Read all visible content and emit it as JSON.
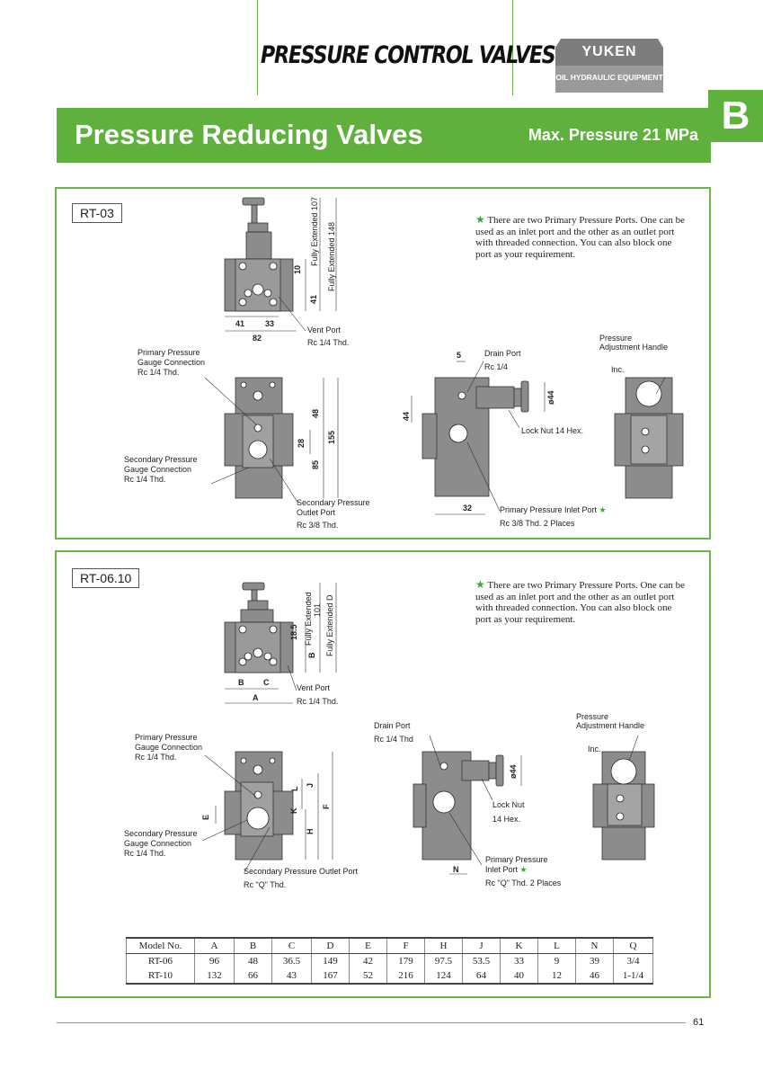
{
  "header": {
    "category": "PRESSURE CONTROL VALVES",
    "logo_name": "YUKEN",
    "logo_sub": "OIL HYDRAULIC EQUIPMENT",
    "section_letter": "B"
  },
  "banner": {
    "title": "Pressure Reducing Valves",
    "subtitle": "Max. Pressure 21 MPa"
  },
  "rt03": {
    "model": "RT-03",
    "note_star": "★",
    "note": "There are two Primary Pressure Ports.  One can be used as an inlet port and the other as an outlet port with threaded connection. You  can also block one port as your requirement.",
    "labels": {
      "vent_port": "Vent Port",
      "vent_thd": "Rc 1/4 Thd.",
      "primary_gauge": "Primary Pressure",
      "primary_gauge2": "Gauge Connection",
      "primary_gauge_thd": "Rc 1/4 Thd.",
      "secondary_gauge": "Secondary Pressure",
      "secondary_gauge2": "Gauge Connection",
      "secondary_gauge_thd": "Rc 1/4 Thd.",
      "secondary_outlet": "Secondary Pressure",
      "secondary_outlet2": "Outlet Port",
      "secondary_outlet_thd": "Rc 3/8 Thd.",
      "drain_port": "Drain Port",
      "drain_thd": "Rc 1/4",
      "lock_nut": "Lock Nut 14 Hex.",
      "primary_inlet": "Primary Pressure Inlet Port",
      "primary_inlet_thd": "Rc 3/8 Thd. 2 Places",
      "handle": "Pressure",
      "handle2": "Adjustment Handle",
      "inc": "Inc."
    },
    "dims": {
      "d41a": "41",
      "d33": "33",
      "d82": "82",
      "d10": "10",
      "d41b": "41",
      "fe107": "Fully Extended 107",
      "fe148": "Fully Extended 148",
      "d48": "48",
      "d28": "28",
      "d85": "85",
      "d155": "155",
      "d5": "5",
      "d44a": "44",
      "d44b": "ø44",
      "d32": "32"
    }
  },
  "rt0610": {
    "model": "RT-06.10",
    "note_star": "★",
    "note": "There are two Primary Pressure Ports.  One can be used as an inlet port and the other as an outlet port with threaded connection. You  can also block one port as your requirement.",
    "labels": {
      "vent_port": "Vent Port",
      "vent_thd": "Rc 1/4 Thd.",
      "primary_gauge": "Primary Pressure",
      "primary_gauge2": "Gauge Connection",
      "primary_gauge_thd": "Rc 1/4 Thd.",
      "secondary_gauge": "Secondary Pressure",
      "secondary_gauge2": "Gauge Connection",
      "secondary_gauge_thd": "Rc 1/4 Thd.",
      "secondary_outlet": "Secondary Pressure Outlet Port",
      "secondary_outlet_thd": "Rc \"Q\" Thd.",
      "drain_port": "Drain Port",
      "drain_thd": "Rc 1/4 Thd",
      "lock_nut": "Lock Nut",
      "lock_nut2": "14 Hex.",
      "primary_inlet": "Primary Pressure",
      "primary_inlet2": "Inlet Port",
      "primary_inlet_thd": "Rc \"Q\" Thd. 2 Places",
      "handle": "Pressure",
      "handle2": "Adjustment Handle",
      "inc": "Inc."
    },
    "dims": {
      "b": "B",
      "c": "C",
      "a": "A",
      "d185": "18.5",
      "fe101a": "Fully Extended",
      "fe101b": "101",
      "fed": "Fully Extended D",
      "bv": "B",
      "l": "L",
      "j": "J",
      "f": "F",
      "e": "E",
      "k": "K",
      "h": "H",
      "d44": "ø44",
      "n": "N"
    }
  },
  "spec_table": {
    "headers": [
      "Model No.",
      "A",
      "B",
      "C",
      "D",
      "E",
      "F",
      "H",
      "J",
      "K",
      "L",
      "N",
      "Q"
    ],
    "rows": [
      [
        "RT-06",
        "96",
        "48",
        "36.5",
        "149",
        "42",
        "179",
        "97.5",
        "53.5",
        "33",
        "9",
        "39",
        "3/4"
      ],
      [
        "RT-10",
        "132",
        "66",
        "43",
        "167",
        "52",
        "216",
        "124",
        "64",
        "40",
        "12",
        "46",
        "1-1/4"
      ]
    ]
  },
  "page_number": "61",
  "colors": {
    "accent": "#5fb03c",
    "star": "#3aa635",
    "body": "#8a8a8a"
  }
}
